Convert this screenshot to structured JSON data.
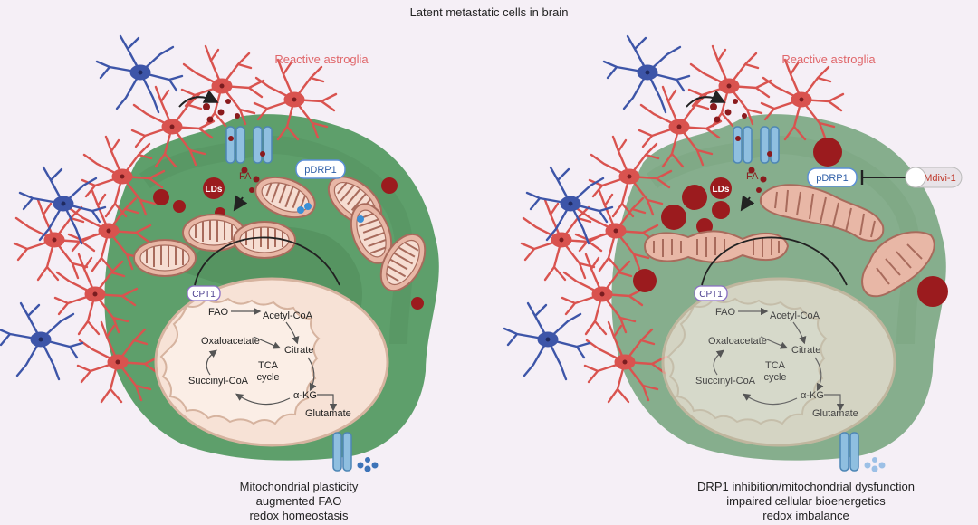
{
  "title": "Latent metastatic cells in brain",
  "colors": {
    "background": "#f5eff6",
    "cell_green": "#5e9f6b",
    "cell_green_faded": "#86ae8d",
    "astrocyte_red": "#d9534f",
    "astrocyte_blue": "#3d55a8",
    "lipid_droplet": "#9b1b1e",
    "mitochondria": "#e8b7a6",
    "channel_blue": "#8fbfe0",
    "pdrp1_border": "#5b8fd6"
  },
  "panels": [
    {
      "astroglia_label": "Reactive astroglia",
      "fa_label": "FA",
      "lds_label": "LDs",
      "pdrp1_label": "pDRP1",
      "cpt1_label": "CPT1",
      "pathway": {
        "fao": "FAO",
        "acetyl_coa": "Acetyl-CoA",
        "oxaloacetate": "Oxaloacetate",
        "citrate": "Citrate",
        "tca": "TCA",
        "cycle": "cycle",
        "succinyl_coa": "Succinyl-CoA",
        "akg": "α-KG",
        "glutamate": "Glutamate"
      },
      "caption": [
        "Mitochondrial plasticity",
        "augmented FAO",
        "redox homeostasis"
      ]
    },
    {
      "astroglia_label": "Reactive astroglia",
      "fa_label": "FA",
      "lds_label": "LDs",
      "pdrp1_label": "pDRP1",
      "cpt1_label": "CPT1",
      "inhibitor_label": "Mdivi-1",
      "pathway": {
        "fao": "FAO",
        "acetyl_coa": "Acetyl-CoA",
        "oxaloacetate": "Oxaloacetate",
        "citrate": "Citrate",
        "tca": "TCA",
        "cycle": "cycle",
        "succinyl_coa": "Succinyl-CoA",
        "akg": "α-KG",
        "glutamate": "Glutamate"
      },
      "caption": [
        "DRP1 inhibition/mitochondrial dysfunction",
        "impaired cellular bioenergetics",
        "redox imbalance"
      ]
    }
  ]
}
